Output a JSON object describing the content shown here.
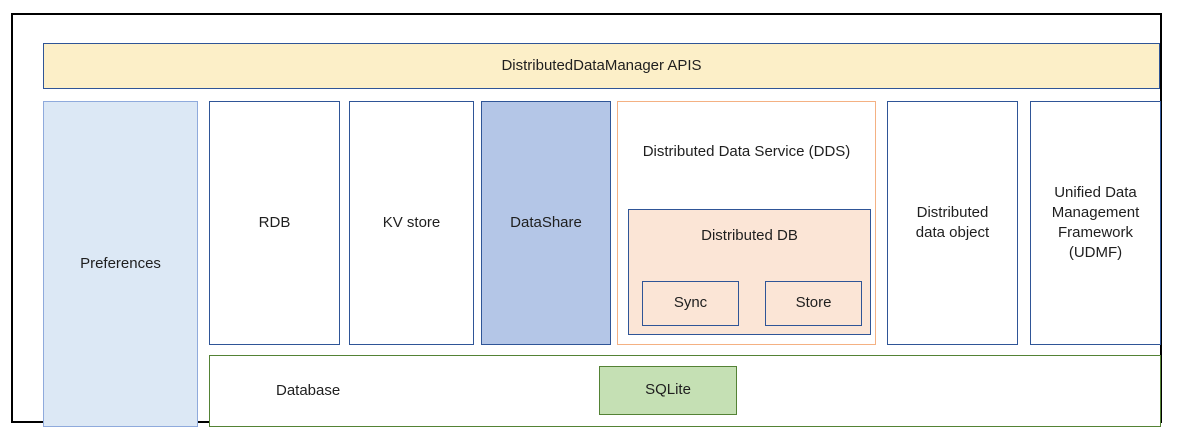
{
  "diagram": {
    "title_banner": {
      "label": "DistributedDataManager APIS"
    },
    "preferences": {
      "label": "Preferences"
    },
    "rdb": {
      "label": "RDB"
    },
    "kv_store": {
      "label": "KV store"
    },
    "datashare": {
      "label": "DataShare"
    },
    "dds": {
      "label": "Distributed Data Service (DDS)",
      "distributed_db": {
        "label": "Distributed DB",
        "sync": {
          "label": "Sync"
        },
        "store": {
          "label": "Store"
        }
      }
    },
    "distributed_data_object": {
      "label": "Distributed data object"
    },
    "udmf": {
      "label": "Unified Data Management Framework (UDMF)"
    },
    "database": {
      "label": "Database",
      "sqlite": {
        "label": "SQLite"
      }
    },
    "colors": {
      "outer_border": "#000000",
      "blue_border": "#2F5597",
      "banner_fill": "#FCEFC8",
      "preferences_fill": "#DCE8F5",
      "preferences_border": "#8FAADC",
      "datashare_fill": "#B4C6E7",
      "dds_border": "#F4B183",
      "peach_fill": "#FBE5D6",
      "green_border": "#548235",
      "sqlite_fill": "#C5E0B4"
    }
  }
}
